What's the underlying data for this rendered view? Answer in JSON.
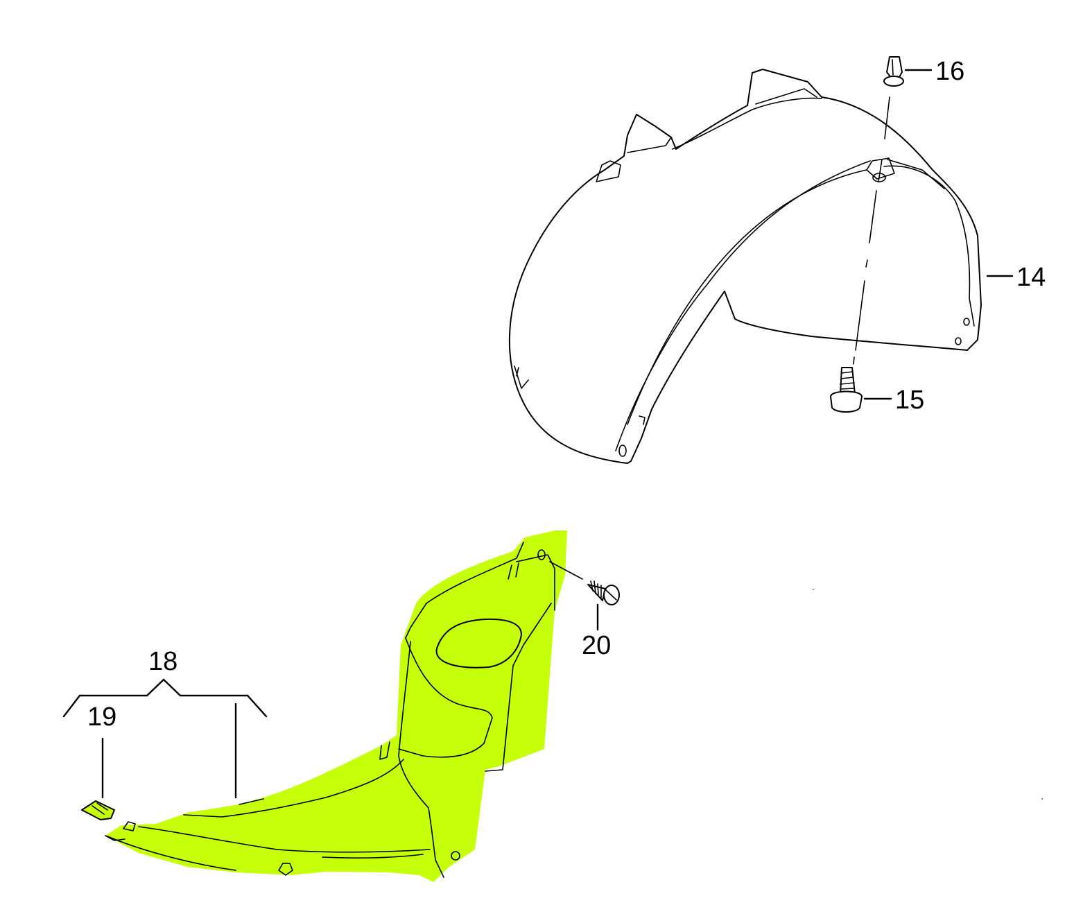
{
  "colors": {
    "highlight": "#c6ff0a",
    "line": "#000000",
    "background": "#ffffff"
  },
  "callouts": {
    "c14": "14",
    "c15": "15",
    "c16": "16",
    "c18": "18",
    "c19": "19",
    "c20": "20"
  },
  "parts": {
    "wheel_housing_liner": "14",
    "screw": "15",
    "expanding_clip": "16",
    "highlighted_liner_assembly": "18",
    "clip_nut": "19",
    "tapping_screw": "20"
  }
}
